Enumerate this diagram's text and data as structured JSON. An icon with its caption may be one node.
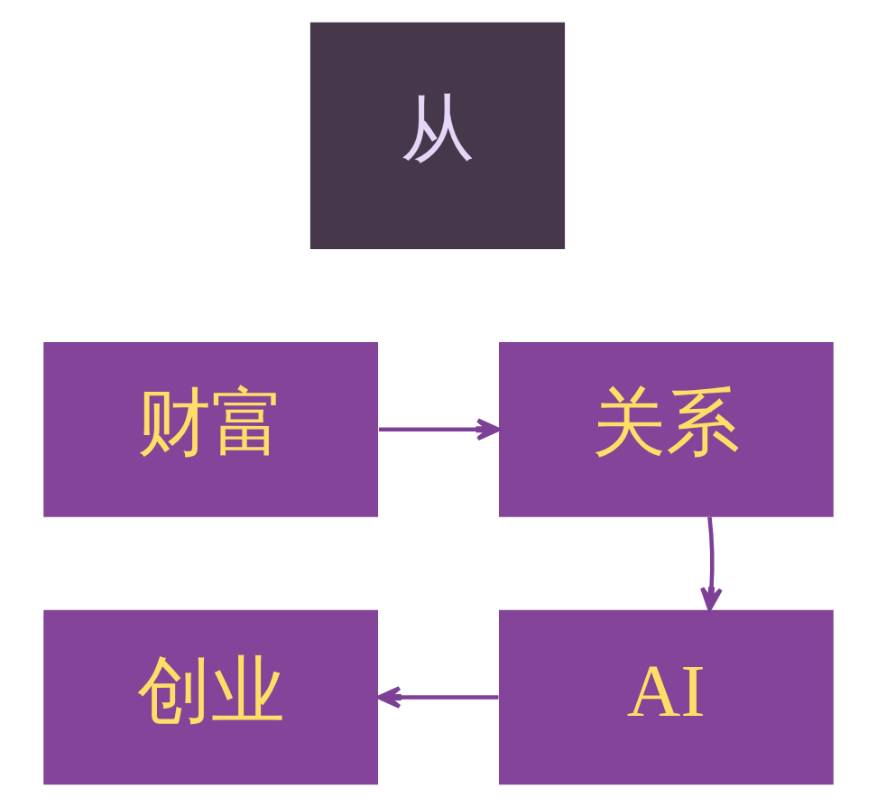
{
  "diagram": {
    "nodes": [
      {
        "text": [
          "从"
        ]
      },
      {
        "text": [
          "财富"
        ]
      },
      {
        "text": [
          "关系"
        ]
      },
      {
        "text": [
          "创业"
        ]
      },
      {
        "text": [
          "AI"
        ]
      }
    ],
    "edges": [
      {
        "from": 1,
        "to": 2,
        "arrow": "to"
      },
      {
        "from": 2,
        "to": 4,
        "arrow": "to"
      },
      {
        "from": 4,
        "to": 3,
        "arrow": "to"
      }
    ]
  }
}
